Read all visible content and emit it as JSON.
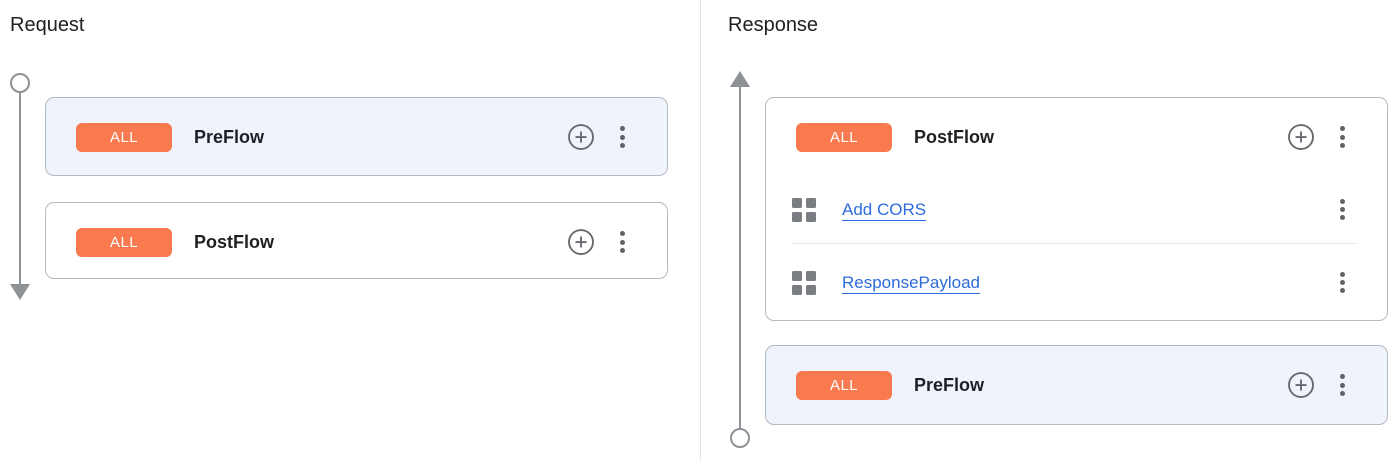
{
  "palette": {
    "accent_orange": "#fa7a50",
    "selected_card_bg": "#eff3fc",
    "card_border": "#b4bac2",
    "link_blue": "#2c6bdb",
    "icon_gray": "#5f6368",
    "timeline_gray": "#8e9196",
    "divider_gray": "#e4e4e4",
    "text_dark": "#202124"
  },
  "icons": {
    "add_policy": "plus-circle-icon",
    "more_options": "kebab-menu-icon",
    "policy": "grid-icon",
    "timeline_start": "circle",
    "timeline_end": "arrowhead"
  },
  "request_panel": {
    "title": "Request",
    "flows": [
      {
        "badge": "ALL",
        "name": "PreFlow",
        "selected": true,
        "policies": []
      },
      {
        "badge": "ALL",
        "name": "PostFlow",
        "selected": false,
        "policies": []
      }
    ]
  },
  "response_panel": {
    "title": "Response",
    "flows": [
      {
        "badge": "ALL",
        "name": "PostFlow",
        "selected": false,
        "policies": [
          {
            "label": "Add CORS"
          },
          {
            "label": "ResponsePayload"
          }
        ]
      },
      {
        "badge": "ALL",
        "name": "PreFlow",
        "selected": true,
        "policies": []
      }
    ]
  }
}
